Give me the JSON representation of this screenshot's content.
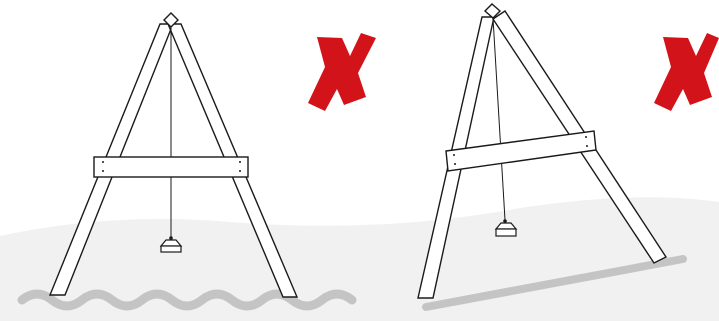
{
  "figure": {
    "panels": [
      {
        "id": "uneven-ground",
        "ground": "wavy",
        "frame": "upright",
        "plumb_line": "vertical",
        "verdict_icon": "red-cross-mark",
        "verdict_color": "#d3131a"
      },
      {
        "id": "sloped-ground",
        "ground": "sloped",
        "frame": "tilted",
        "plumb_line": "off-center",
        "verdict_icon": "red-cross-mark",
        "verdict_color": "#d3131a"
      }
    ],
    "colors": {
      "stroke": "#1a1a1a",
      "wood_fill": "#ffffff",
      "ground_gray": "#c4c4c4",
      "background_wash": "#f1f1f1",
      "cross_red": "#d3131a"
    }
  }
}
